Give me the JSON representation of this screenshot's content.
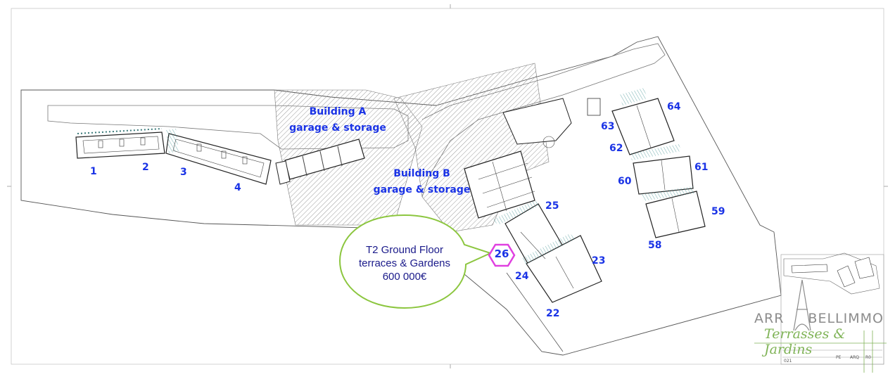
{
  "buildings": {
    "a": {
      "line1": "Building A",
      "line2": "garage & storage"
    },
    "b": {
      "line1": "Building B",
      "line2": "garage & storage"
    }
  },
  "units": [
    "1",
    "2",
    "3",
    "4",
    "25",
    "24",
    "23",
    "22",
    "63",
    "64",
    "62",
    "61",
    "60",
    "59",
    "58"
  ],
  "highlight": {
    "unit": "26",
    "line1": "T2 Ground Floor",
    "line2": "terraces & Gardens",
    "line3": "600 000€"
  },
  "logo": {
    "part1": "ARR",
    "part2": "BELLIMMO",
    "tagline": "Terrasses & Jardins"
  },
  "title_block": {
    "sheet": "021",
    "phase": "PE",
    "discipline": "ARQ",
    "rev": "R0"
  },
  "colors": {
    "label": "#1a33e6",
    "hexagon": "#e040e0",
    "bubble": "#8cc63f",
    "hatch": "#9a9a9a",
    "logo_green": "#7fb356"
  }
}
